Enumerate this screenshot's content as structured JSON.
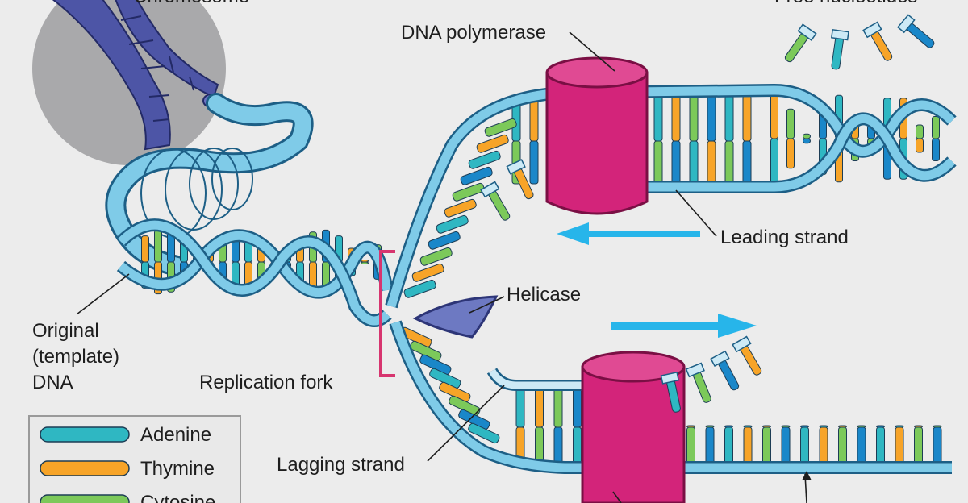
{
  "labels": {
    "chromosome": "Chromosome",
    "free_nucleotides": "Free nucleotides",
    "dna_polymerase": "DNA polymerase",
    "leading_strand": "Leading strand",
    "helicase": "Helicase",
    "original_1": "Original",
    "original_2": "(template)",
    "original_3": "DNA",
    "replication_fork": "Replication fork",
    "lagging_strand": "Lagging strand"
  },
  "legend": {
    "items": [
      {
        "name": "Adenine",
        "color": "#2fb7c2"
      },
      {
        "name": "Thymine",
        "color": "#f7a428"
      },
      {
        "name": "Cytosine",
        "color": "#7cc95a"
      }
    ]
  },
  "colors": {
    "backbone": "#7fcbe8",
    "backbone_edge": "#1d5f86",
    "guanine_blue": "#1a87c9",
    "polymerase": "#d3247a",
    "helicase": "#6d79c2",
    "arrow": "#27b5ea",
    "fork_bracket": "#d7356f",
    "chromosome": "#4d55a6",
    "halo": "#a9a9ab"
  }
}
